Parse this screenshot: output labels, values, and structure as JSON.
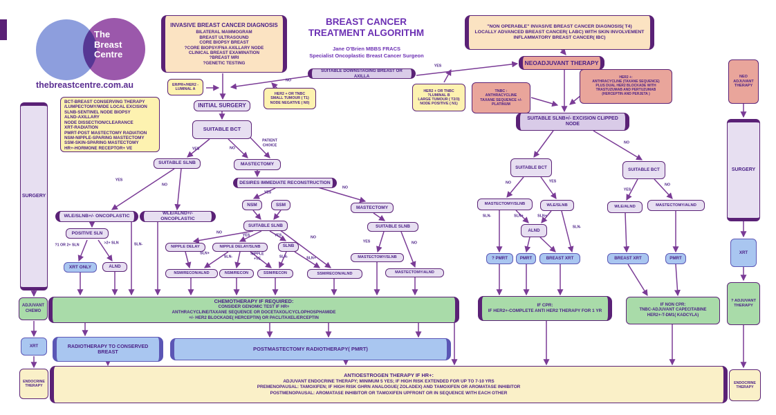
{
  "brand": {
    "logo_text": "The\nBreast\nCentre",
    "website": "thebreastcentre.com.au"
  },
  "header": {
    "title": "BREAST CANCER\nTREATMENT ALGORITHM",
    "author": "Jane O'Brien MBBS FRACS\nSpecialist Oncoplastic Breast Cancer Surgeon"
  },
  "legend": {
    "lines": "BCT-BREAST CONSERVING THERAPY\n/LUMPECTOMY/WIDE LOCAL EXCISION\nSLNB-SENTINEL NODE BIOPSY\nALND-AXILLARY\nNODE DISSECTION/CLEARANCE\nXRT-RADIATION\nPMRT-POST MASTECTOMY RADIATION\nNSM-NIPPLE-SPARING MASTECTOMY\nSSM-SKIN-SPARING MASTECTOMY\nHR+-HORMONE RECEPTOR+ VE"
  },
  "nodes": {
    "invasive_title": "INVASIVE BREAST CANCER DIAGNOSIS",
    "invasive_body": "BILATERAL MAMMOGRAM\nBREAST ULTRASOUND\nCORE BIOPSY BREAST\n?CORE BIOPSY/FNA AXILLARY NODE\nCLINICAL BREAST EXAMINATION\n?BREAST MRI\n?GENETIC TESTING",
    "non_operable": "\"NON OPERABLE\" INVASIVE BREAST CANCER DIAGNOSIS( T4)\nLOCALLY ADVANCED BREAST CANCER( LABC) WITH SKIN INVOLVEMENT\nINFLAMMATORY BREAST CANCER( IBC)",
    "downstaging": "SUITABLE DOWNSTAGING BREAST OR AXILLA",
    "er_pr": "ER/PR+/HER2 -\nLUMINAL A",
    "her2_small": "HER2 + OR TNBC\nSMALL TUMOUR ( T1)\nNODE NEGATIVE ( N0)",
    "her2_large": "HER2 + OR TNBC\n?LUMINAL B\nLARGE TUMOUR ( T2/3)\nNODE POSITIVE ( N1)",
    "neoadjuvant": "NEOADJUVANT THERAPY",
    "tnbc": "TNBC :\nANTHRACYCLINE\nTAXANE SEQUENCE +/-\nPLATINUM",
    "her2_regimen": "HER2 +:\nANTHRACYCLINE (TAXANE SEQUENCE)\nPLUS DUAL HER2 BLOCKADE WITH\nTRASTUZUMAB AND PERTUZUMAB\n(HERCEPTIN AND PERJETA )",
    "slnb_excision": "SUITABLE SLNB+/- EXCISION CLIPPED NODE",
    "initial_surgery": "INITIAL SURGERY",
    "suitable_bct": "SUITABLE BCT",
    "suitable_slnb": "SUITABLE SLNB",
    "mastectomy": "MASTECTOMY",
    "desires_recon": "DESIRES IMMEDIATE RECONSTRUCTION",
    "nsm": "NSM",
    "ssm": "SSM",
    "nipple_delay": "NIPPLE DELAY",
    "nipple_delay_slnb": "NIPPLE DELAY/SLNB",
    "slnb": "SLNB",
    "nsm_recon_alnd": "NSM/RECON/ALND",
    "nsm_recon": "NSM/RECON",
    "ssm_recon": "SSM/RECON",
    "ssm_recon_alnd": "SSM/RECON/ALND",
    "mastectomy_slnb": "MASTECTOMY/SLNB",
    "mastectomy_alnd": "MASTECTOMY/ALND",
    "wle_slnb_onco": "WLE/SLNB+/-  ONCOPLASTIC",
    "wle_alnd_onco": "WLE/ALND+/-  ONCOPLASTIC",
    "positive_sln": "POSITIVE SLN",
    "xrt_only": "XRT ONLY",
    "alnd": "ALND",
    "wle_slnb": "WLE/SLNB",
    "wle_alnd": "WLE/ALND",
    "q_pmrt": "? PMRT",
    "pmrt": "PMRT",
    "breast_xrt": "BREAST XRT"
  },
  "columns": {
    "surgery": "SURGERY",
    "adjuvant_chemo": "ADJUVANT\nCHEMO",
    "xrt": "XRT",
    "endocrine": "ENDOCRINE\nTHERAPY",
    "neo_adjuvant": "NEO\nADJUVANT\nTHERAPY",
    "q_adjuvant": "? ADJUVANT\nTHERAPY"
  },
  "bars": {
    "chemo_title": "CHEMOTHERAPY IF REQUIRED:",
    "chemo_body": "CONSIDER GENOMIC TEST IF HR+\nANTHRACYCLINE/TAXANE SEQUENCE OR DOCETAXOL/CYCLOPHOSPHAMIDE\n+/- HER2 BLOCKADE( HERCEPTIN) OR PACLITAXEL/ERCEPTIN",
    "radio_conserved": "RADIOTHERAPY TO CONSERVED\nBREAST",
    "pmrt_bar": "POSTMASTECTOMY RADIOTHERAPY( PMRT)",
    "if_cpr": "IF CPR:\nIF HER2+-COMPLETE ANTI HER2 THERAPY FOR 1 YR",
    "if_non_cpr": "IF NON CPR:\nTNBC-ADJUVANT CAPECITABINE\nHER2+-T-DM1( KADCYLA)",
    "antioestrogen_title": "ANTIOESTROGEN THERAPY IF HR+:",
    "antioestrogen_body": "ADJUVANT ENDOCRINE THERAPY; MINIMUM 5 YES; IF HIGH RISK EXTENDED FOR UP TO 7-10 YRS\nPREMENOPAUSAL: TAMOXIFEN; IF HIGH RISK GHRN ANALOGUE( ZOLADEX) AND TAMOXIFEN OR AROMATASE INHIBITOR\nPOSTMENOPAUSAL: AROMATASE INHIBITOR OR TAMOXIFEN UPFRONT OR IN SEQUENCE WITH EACH OTHER"
  },
  "edge_labels": {
    "yes": "YES",
    "no": "NO",
    "sln_pos": "SLN+",
    "sln_neg": "SLN-",
    "patient_choice": "PATIENT\nCHOICE",
    "one_or_two_sln": "?1 OR 2+ SLN",
    "gt_two_sln": ">2+ SLN",
    "nipple_pos": "NIPPLE\n+VE"
  },
  "colors": {
    "border_purple": "#5a2176",
    "arrow_purple": "#7a3b96",
    "text_purple": "#4b2187",
    "box_lavender": "#e7dff1",
    "box_cream": "#fbe3c2",
    "box_yellow": "#fdf2b0",
    "box_salmon": "#e9a59b",
    "box_blue": "#a9c6f0",
    "box_green": "#a9dba9",
    "logo_blue": "#8d9edd",
    "logo_purple": "#9b58ab"
  }
}
